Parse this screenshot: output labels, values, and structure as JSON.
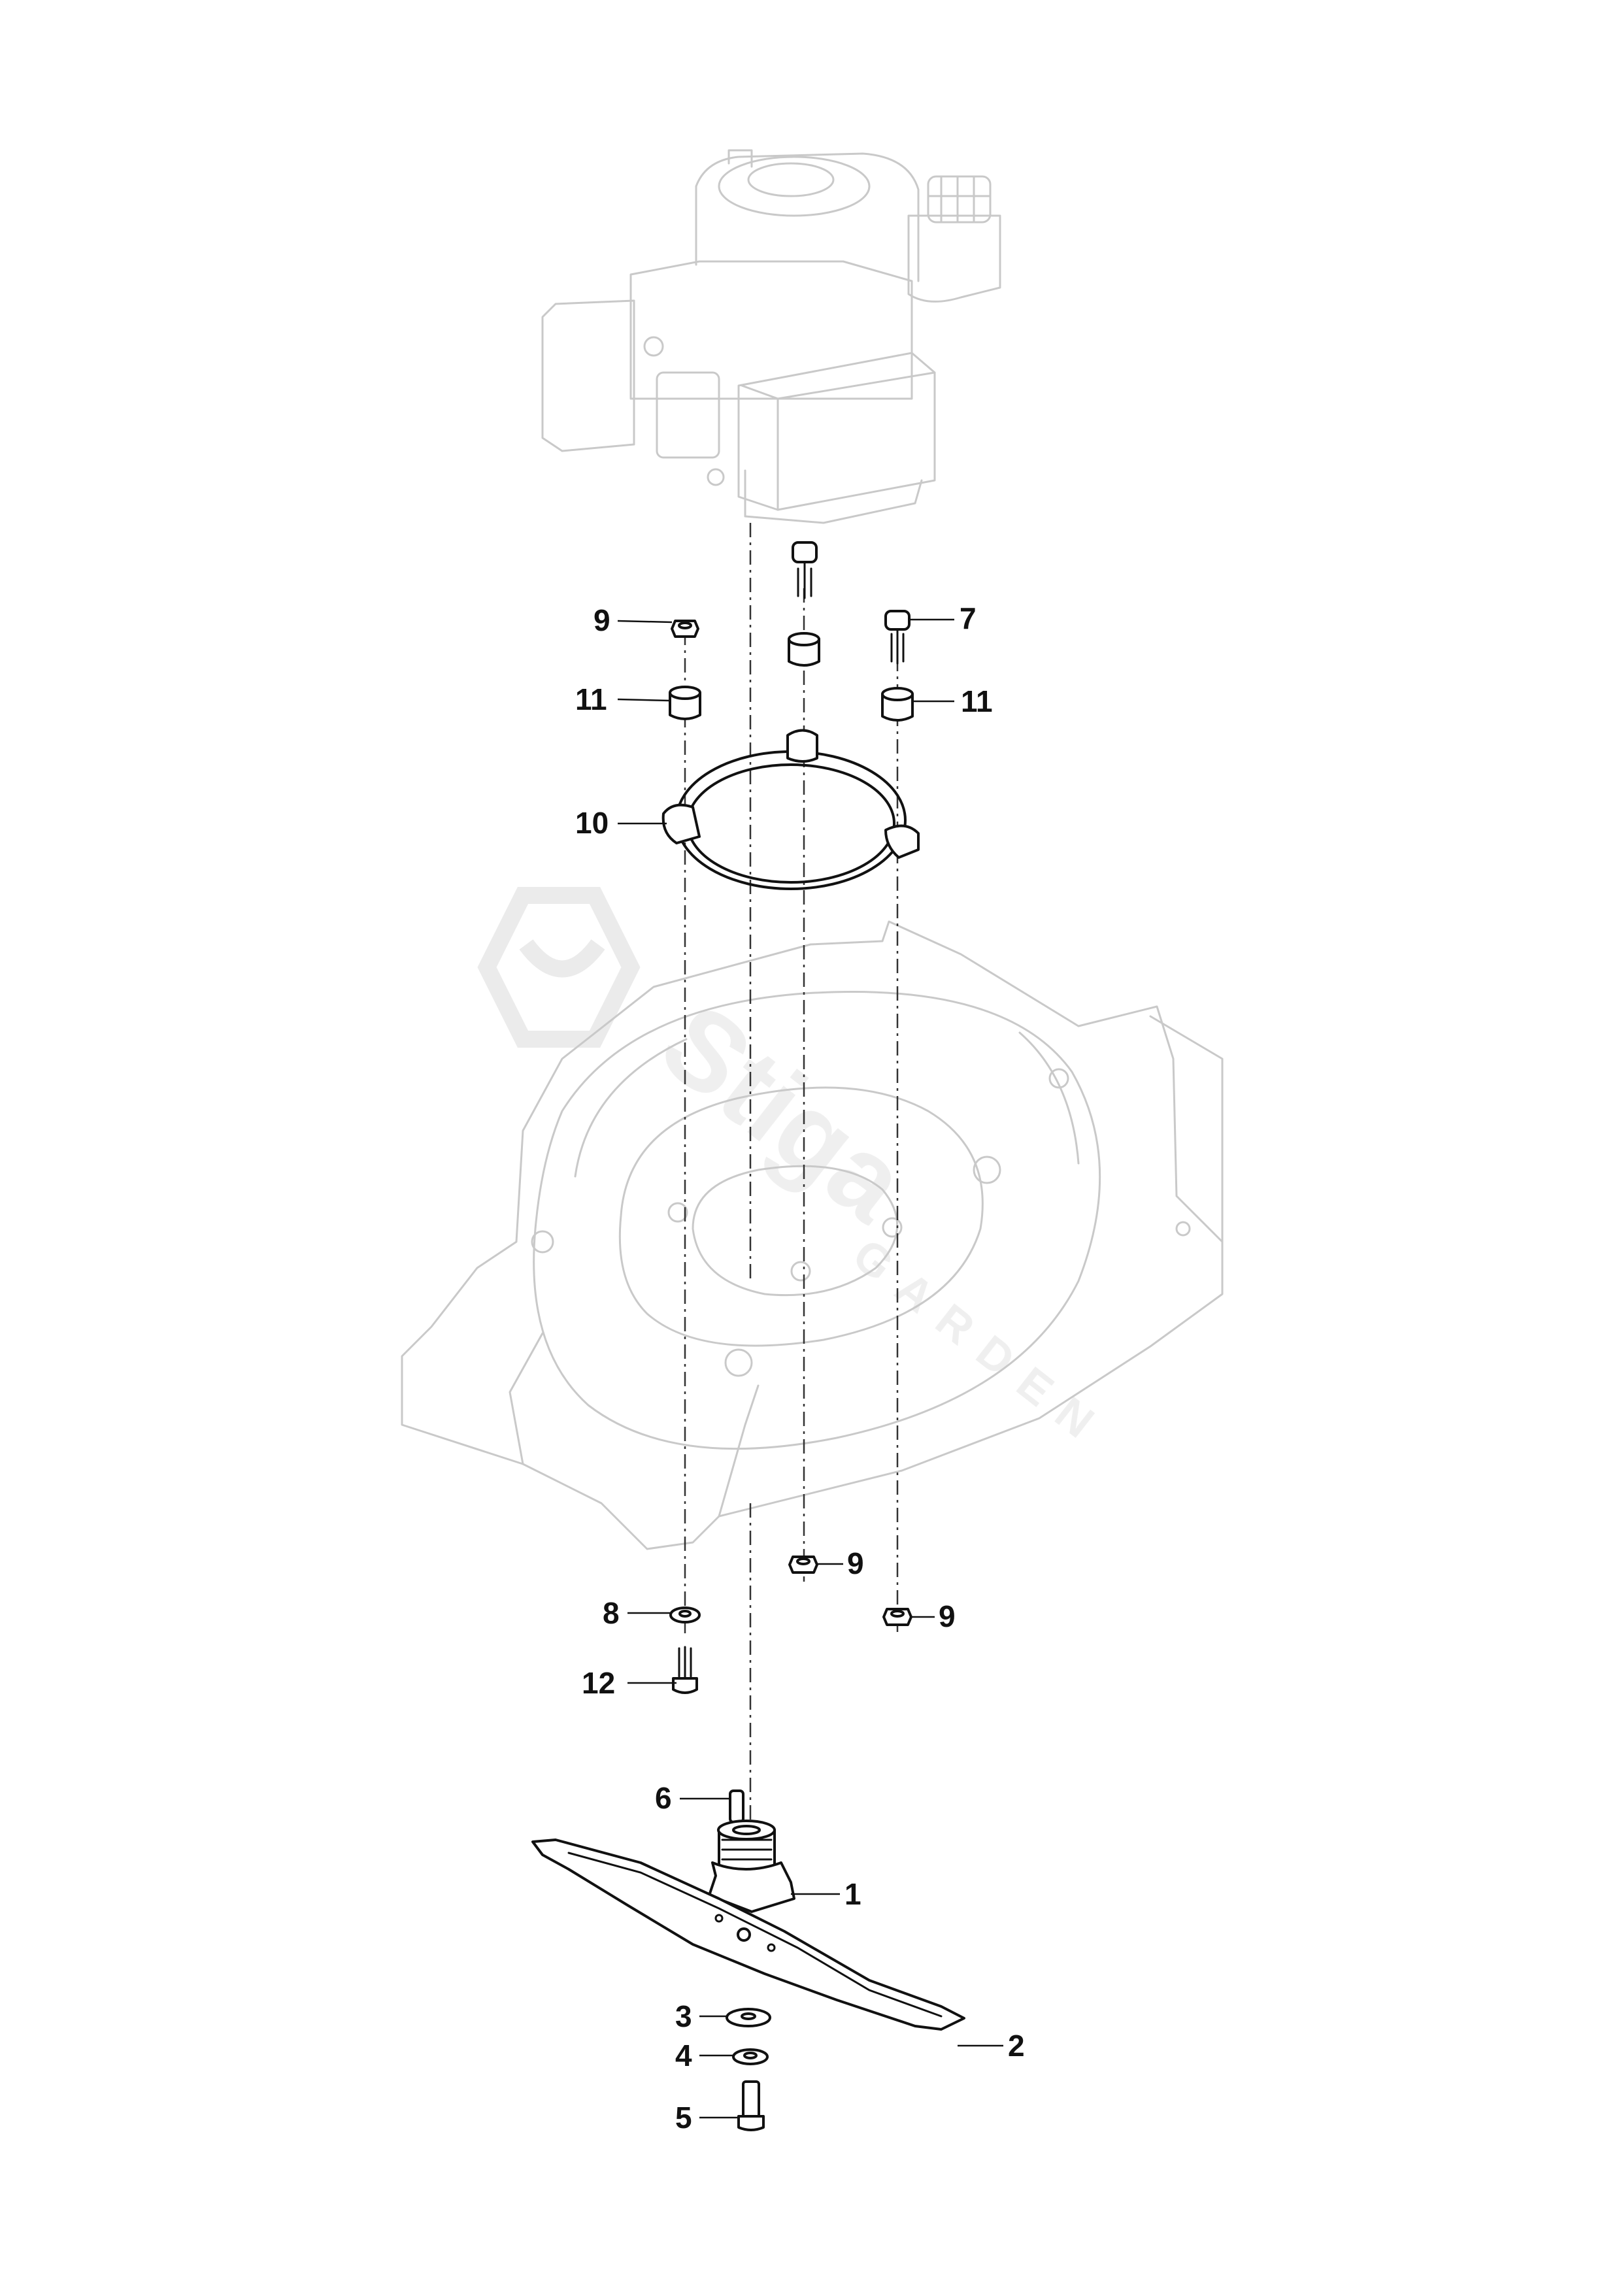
{
  "watermark": {
    "brand": "Stiga",
    "tagline": "GARDEN"
  },
  "callouts": [
    {
      "id": "c1",
      "label": "1"
    },
    {
      "id": "c2",
      "label": "2"
    },
    {
      "id": "c3",
      "label": "3"
    },
    {
      "id": "c4",
      "label": "4"
    },
    {
      "id": "c5",
      "label": "5"
    },
    {
      "id": "c6",
      "label": "6"
    },
    {
      "id": "c7",
      "label": "7"
    },
    {
      "id": "c8",
      "label": "8"
    },
    {
      "id": "c9a",
      "label": "9"
    },
    {
      "id": "c9b",
      "label": "9"
    },
    {
      "id": "c9c",
      "label": "9"
    },
    {
      "id": "c10",
      "label": "10"
    },
    {
      "id": "c11a",
      "label": "11"
    },
    {
      "id": "c11b",
      "label": "11"
    },
    {
      "id": "c12",
      "label": "12"
    }
  ],
  "colors": {
    "line": "#111111",
    "ghost": "#c9c9c9",
    "watermark": "#e9e9e9"
  }
}
